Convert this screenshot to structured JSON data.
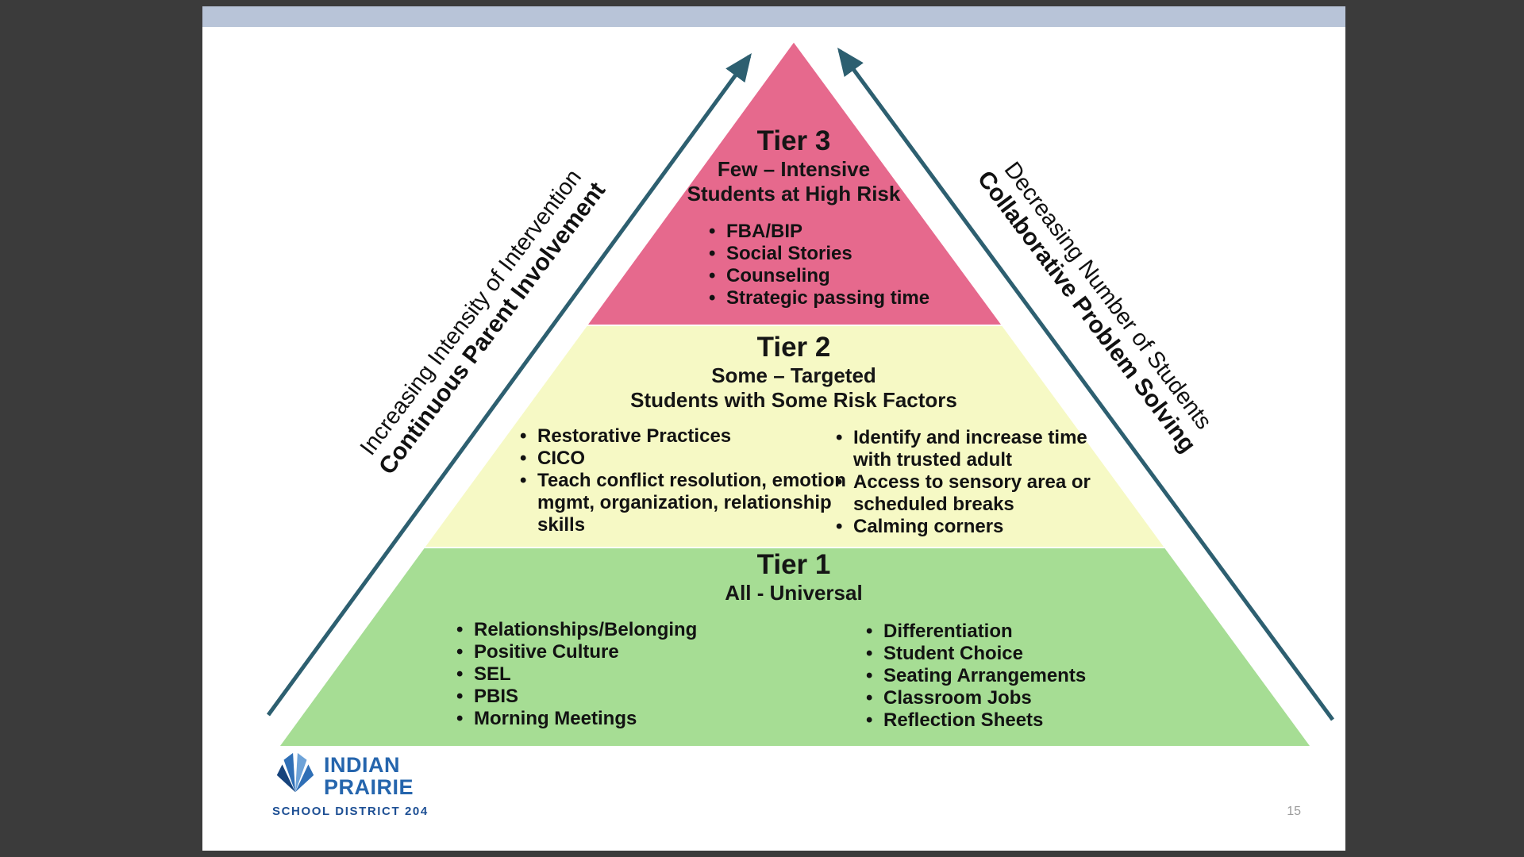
{
  "colors": {
    "background": "#3b3b3b",
    "top_bar": "#b8c4d8",
    "tier3": "#e6698d",
    "tier2": "#f6f9c5",
    "tier1": "#a6dd94",
    "arrow": "#2d5f70",
    "logo_blue": "#2565ad"
  },
  "side_labels": {
    "left": {
      "line1": "Increasing Intensity of Intervention",
      "line2": "Continuous Parent Involvement"
    },
    "right": {
      "line1": "Decreasing Number of Students",
      "line2": "Collaborative Problem Solving"
    }
  },
  "tiers": [
    {
      "title": "Tier 3",
      "subtitle1": "Few – Intensive",
      "subtitle2": "Students at High Risk",
      "bullets": [
        "FBA/BIP",
        "Social Stories",
        "Counseling",
        "Strategic passing time"
      ]
    },
    {
      "title": "Tier 2",
      "subtitle1": "Some – Targeted",
      "subtitle2": "Students with Some Risk Factors",
      "left_bullets": [
        "Restorative Practices",
        "CICO",
        "Teach conflict resolution, emotion mgmt, organization, relationship skills"
      ],
      "right_bullets": [
        "Identify and increase time with trusted adult",
        "Access to sensory area or scheduled breaks",
        "Calming corners"
      ]
    },
    {
      "title": "Tier 1",
      "subtitle1": "All - Universal",
      "left_bullets": [
        "Relationships/Belonging",
        "Positive Culture",
        "SEL",
        "PBIS",
        "Morning Meetings"
      ],
      "right_bullets": [
        "Differentiation",
        "Student Choice",
        "Seating Arrangements",
        "Classroom Jobs",
        "Reflection Sheets"
      ]
    }
  ],
  "logo": {
    "name_line1": "INDIAN",
    "name_line2": "PRAIRIE",
    "tagline": "SCHOOL DISTRICT 204"
  },
  "page_number": "15"
}
